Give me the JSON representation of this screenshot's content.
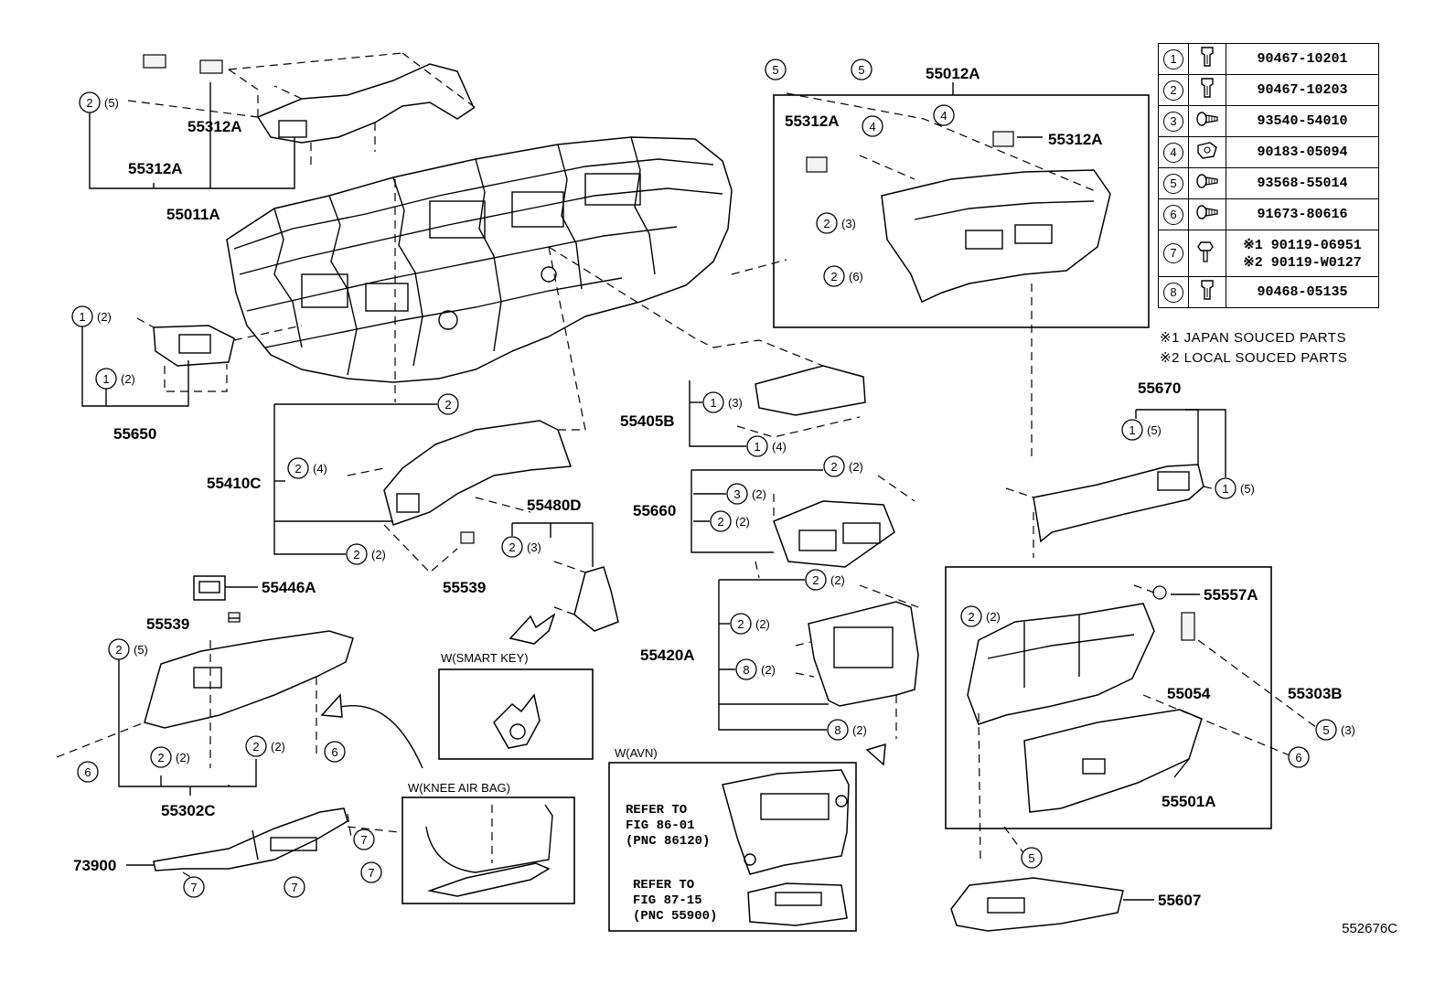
{
  "part_labels": {
    "p55011A": "55011A",
    "p55312A_a": "55312A",
    "p55312A_b": "55312A",
    "p55012A": "55012A",
    "p55312A_c": "55312A",
    "p55312A_d": "55312A",
    "p55650": "55650",
    "p55405B": "55405B",
    "p55670": "55670",
    "p55410C": "55410C",
    "p55660": "55660",
    "p55480D": "55480D",
    "p55539_a": "55539",
    "p55446A": "55446A",
    "p55539_b": "55539",
    "p55420A": "55420A",
    "p55557A": "55557A",
    "p55054": "55054",
    "p55303B": "55303B",
    "p55501A": "55501A",
    "p55302C": "55302C",
    "p73900": "73900",
    "p55607": "55607"
  },
  "legend": [
    {
      "num": "1",
      "part": "90467-10201",
      "icon": "clip-icon"
    },
    {
      "num": "2",
      "part": "90467-10203",
      "icon": "clip-icon"
    },
    {
      "num": "3",
      "part": "93540-54010",
      "icon": "screw-icon"
    },
    {
      "num": "4",
      "part": "90183-05094",
      "icon": "nut-icon"
    },
    {
      "num": "5",
      "part": "93568-55014",
      "icon": "screw-icon"
    },
    {
      "num": "6",
      "part": "91673-80616",
      "icon": "screw-icon"
    },
    {
      "num": "7",
      "part_line1": "※1 90119-06951",
      "part_line2": "※2 90119-W0127",
      "icon": "bolt-icon"
    },
    {
      "num": "8",
      "part": "90468-05135",
      "icon": "clip-icon"
    }
  ],
  "notes": {
    "n1": "※1 JAPAN SOUCED PARTS",
    "n2": "※2 LOCAL SOUCED PARTS"
  },
  "variants": {
    "smart_key": "W(SMART KEY)",
    "knee_air_bag": "W(KNEE AIR BAG)",
    "avn": "W(AVN)"
  },
  "refs": {
    "ref1_l1": "REFER TO",
    "ref1_l2": "FIG 86-01",
    "ref1_l3": "(PNC 86120)",
    "ref2_l1": "REFER TO",
    "ref2_l2": "FIG 87-15",
    "ref2_l3": "(PNC 55900)"
  },
  "callouts": {
    "c_2_5a": {
      "n": "2",
      "q": "(5)"
    },
    "c_1_2a": {
      "n": "1",
      "q": "(2)"
    },
    "c_1_2b": {
      "n": "1",
      "q": "(2)"
    },
    "c_5a": {
      "n": "5"
    },
    "c_5b": {
      "n": "5"
    },
    "c_4a": {
      "n": "4"
    },
    "c_4b": {
      "n": "4"
    },
    "c_2_3a": {
      "n": "2",
      "q": "(3)"
    },
    "c_2_6a": {
      "n": "2",
      "q": "(6)"
    },
    "c_2a": {
      "n": "2"
    },
    "c_2_4a": {
      "n": "2",
      "q": "(4)"
    },
    "c_2_2a": {
      "n": "2",
      "q": "(2)"
    },
    "c_1_3a": {
      "n": "1",
      "q": "(3)"
    },
    "c_1_4a": {
      "n": "1",
      "q": "(4)"
    },
    "c_2_2b": {
      "n": "2",
      "q": "(2)"
    },
    "c_3_2a": {
      "n": "3",
      "q": "(2)"
    },
    "c_2_2c": {
      "n": "2",
      "q": "(2)"
    },
    "c_2_3b": {
      "n": "2",
      "q": "(3)"
    },
    "c_1_5a": {
      "n": "1",
      "q": "(5)"
    },
    "c_1_5b": {
      "n": "1",
      "q": "(5)"
    },
    "c_2_2d": {
      "n": "2",
      "q": "(2)"
    },
    "c_2_2e": {
      "n": "2",
      "q": "(2)"
    },
    "c_8_2a": {
      "n": "8",
      "q": "(2)"
    },
    "c_8_2b": {
      "n": "8",
      "q": "(2)"
    },
    "c_2_2f": {
      "n": "2",
      "q": "(2)"
    },
    "c_5_3a": {
      "n": "5",
      "q": "(3)"
    },
    "c_6a": {
      "n": "6"
    },
    "c_6b": {
      "n": "6"
    },
    "c_6c": {
      "n": "6"
    },
    "c_2_5b": {
      "n": "2",
      "q": "(5)"
    },
    "c_2_2g": {
      "n": "2",
      "q": "(2)"
    },
    "c_2_2h": {
      "n": "2",
      "q": "(2)"
    },
    "c_5c": {
      "n": "5"
    },
    "c_7a": {
      "n": "7"
    },
    "c_7b": {
      "n": "7"
    },
    "c_7c": {
      "n": "7"
    },
    "c_7d": {
      "n": "7"
    }
  },
  "illustration_code": "552676C"
}
